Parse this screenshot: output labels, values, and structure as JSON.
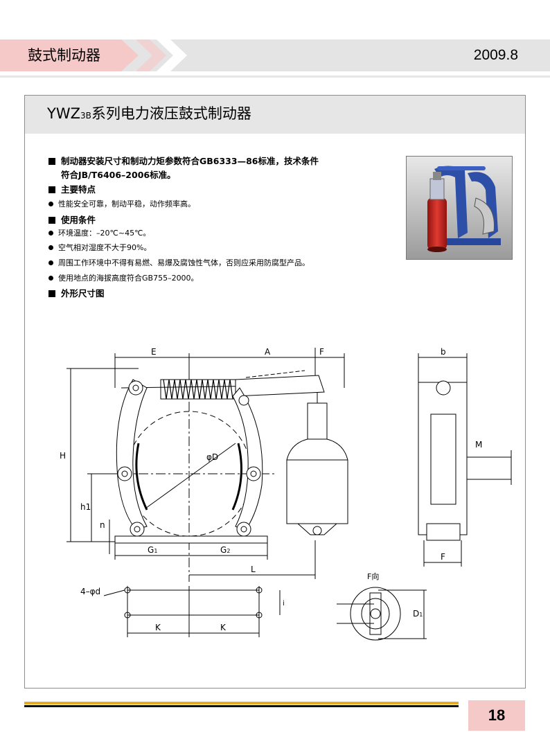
{
  "header": {
    "section_title": "鼓式制动器",
    "date": "2009.8"
  },
  "product": {
    "title_main": "YWZ",
    "title_sub": "3B",
    "title_rest": "系列电力液压鼓式制动器"
  },
  "intro": {
    "line1": "制动器安装尺寸和制动力矩参数符合GB6333—86标准，技术条件",
    "line2": "符合JB/T6406–2006标准。"
  },
  "features": {
    "heading": "主要特点",
    "items": [
      "性能安全可靠，制动平稳，动作频率高。"
    ]
  },
  "conditions": {
    "heading": "使用条件",
    "items": [
      "环境温度：–20℃~45℃。",
      "空气相对湿度不大于90%。",
      "周围工作环境中不得有易燃、易爆及腐蚀性气体，否则应采用防腐型产品。",
      "使用地点的海拔高度符合GB755–2000。"
    ]
  },
  "drawing": {
    "heading": "外形尺寸图",
    "labels": {
      "E": "E",
      "A": "A",
      "F_top": "F",
      "b": "b",
      "H": "H",
      "h1": "h1",
      "n": "n",
      "phiD": "φD",
      "G1": "G",
      "G1_sub": "1",
      "G2": "G",
      "G2_sub": "2",
      "L": "L",
      "M": "M",
      "F_side": "F",
      "holes": "4–φd",
      "K1": "K",
      "K2": "K",
      "i": "i",
      "f_view": "F向",
      "D1": "D",
      "D1_sub": "1"
    }
  },
  "footer": {
    "page": "18"
  },
  "colors": {
    "tab": "#f6c9c9",
    "band": "#e4e4e4",
    "footer_gold": "#e6a928",
    "photo_blue": "#2d4fa8",
    "photo_red": "#c8231e"
  }
}
